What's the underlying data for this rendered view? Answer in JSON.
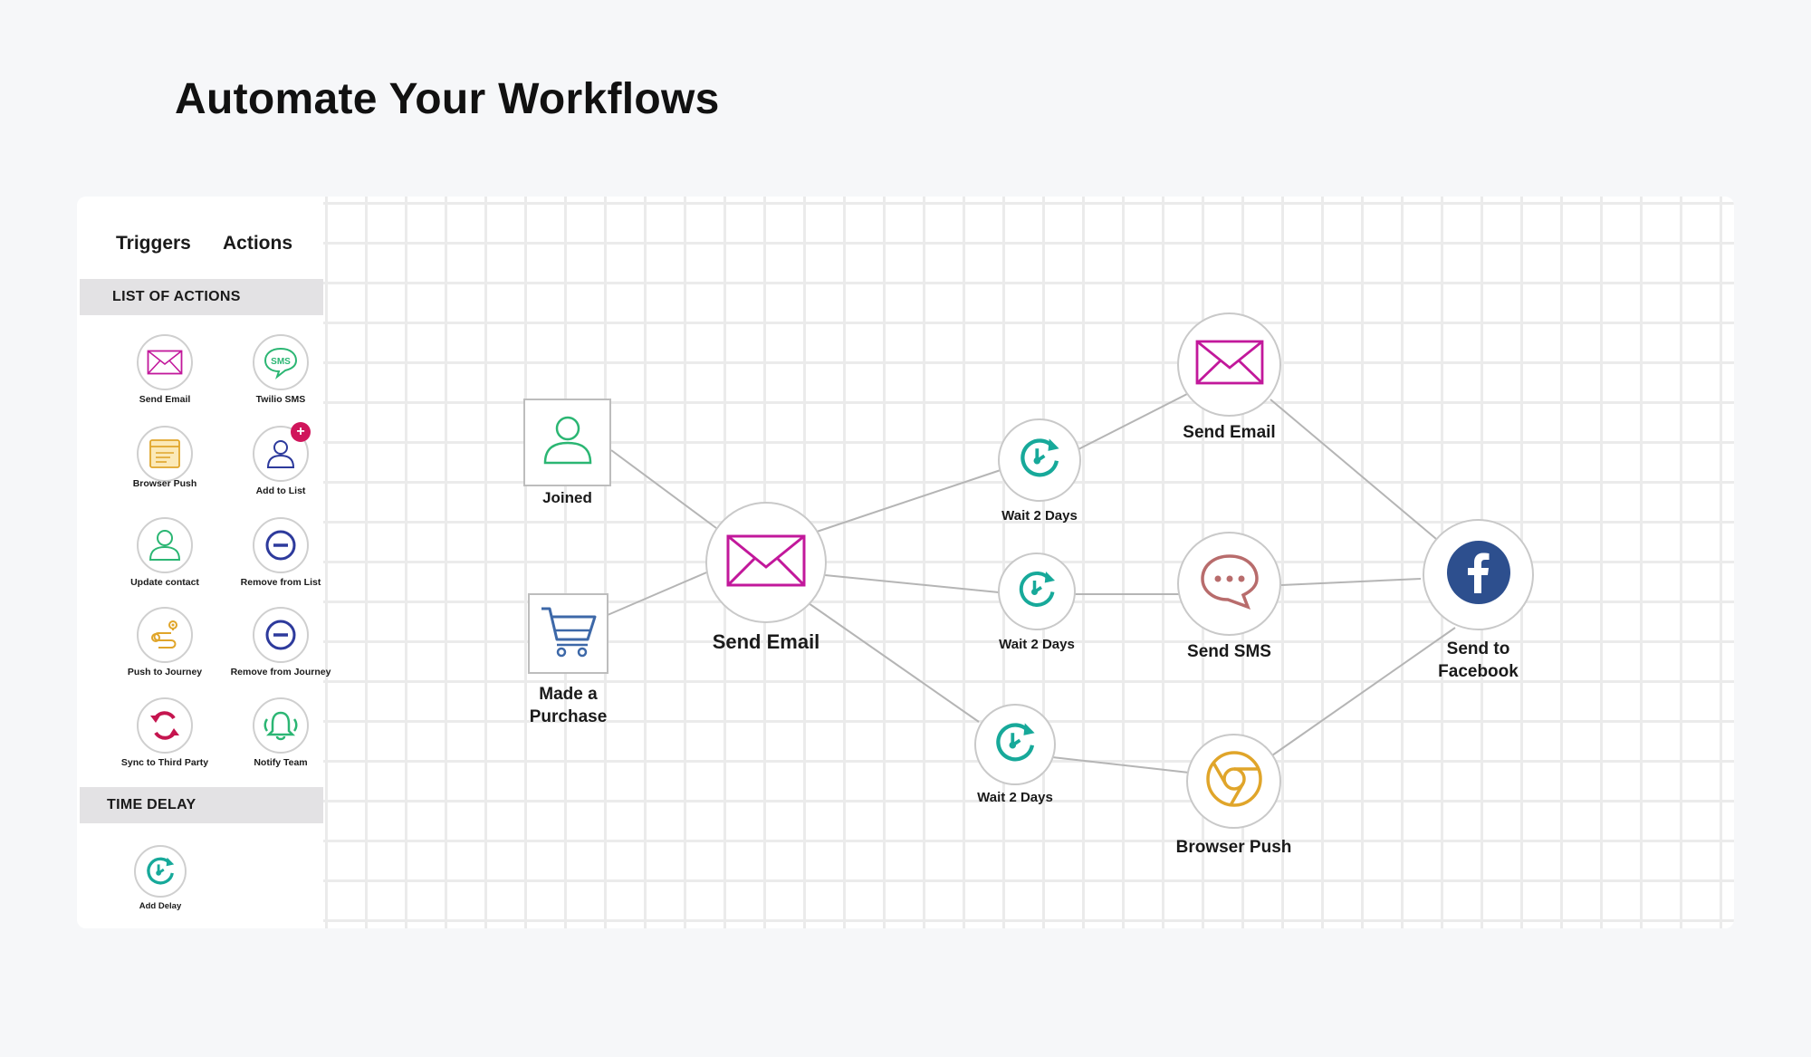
{
  "page": {
    "title": "Automate Your Workflows"
  },
  "sidebar": {
    "tabs": [
      {
        "label": "Triggers"
      },
      {
        "label": "Actions"
      }
    ],
    "sections": [
      {
        "title": "LIST OF ACTIONS",
        "items": [
          {
            "label": "Send Email",
            "icon": "envelope-icon"
          },
          {
            "label": "Twilio SMS",
            "icon": "sms-icon"
          },
          {
            "label": "Browser Push",
            "icon": "browser-window-icon"
          },
          {
            "label": "Add to List",
            "icon": "add-user-icon",
            "badge": "+"
          },
          {
            "label": "Update contact",
            "icon": "user-icon"
          },
          {
            "label": "Remove from List",
            "icon": "minus-circle-icon"
          },
          {
            "label": "Push to Journey",
            "icon": "route-icon"
          },
          {
            "label": "Remove from Journey",
            "icon": "minus-circle-icon"
          },
          {
            "label": "Sync to Third Party",
            "icon": "sync-icon"
          },
          {
            "label": "Notify Team",
            "icon": "bell-icon"
          }
        ]
      },
      {
        "title": "TIME DELAY",
        "items": [
          {
            "label": "Add Delay",
            "icon": "timer-icon"
          }
        ]
      }
    ]
  },
  "workflow": {
    "triggers": [
      {
        "label": "Joined",
        "icon": "user-icon"
      },
      {
        "label": "Made a\nPurchase",
        "icon": "shopping-cart-icon"
      }
    ],
    "main_action": {
      "label": "Send Email",
      "icon": "envelope-icon"
    },
    "delays": [
      {
        "label": "Wait 2 Days",
        "icon": "timer-icon"
      },
      {
        "label": "Wait 2 Days",
        "icon": "timer-icon"
      },
      {
        "label": "Wait 2 Days",
        "icon": "timer-icon"
      }
    ],
    "actions": [
      {
        "label": "Send Email",
        "icon": "envelope-icon"
      },
      {
        "label": "Send SMS",
        "icon": "chat-bubble-icon"
      },
      {
        "label": "Browser Push",
        "icon": "chrome-icon"
      }
    ],
    "final": {
      "label": "Send to\nFacebook",
      "icon": "facebook-icon"
    }
  },
  "colors": {
    "magenta": "#c2189b",
    "teal": "#17a99a",
    "green": "#2bb673",
    "gold": "#e0a52a",
    "navy": "#2d3a9c",
    "crimson": "#c5154f",
    "facebook": "#2d4f8e",
    "sms_rose": "#b86c6c",
    "cart_blue": "#3d68a8"
  }
}
